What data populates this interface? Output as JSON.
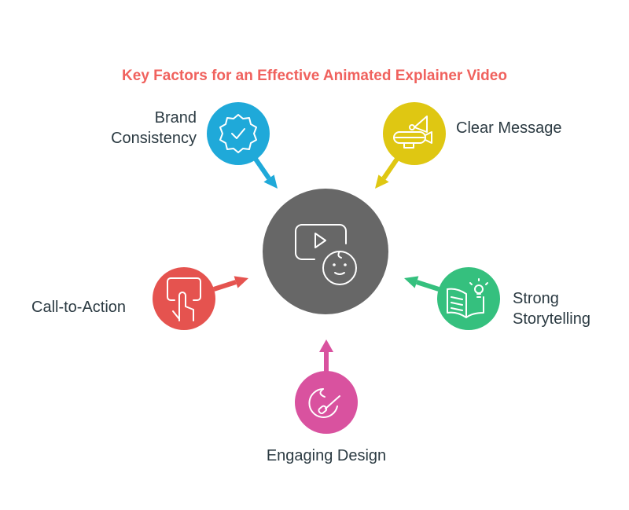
{
  "title": "Key Factors for an Effective Animated Explainer Video",
  "center": {
    "icon": "video-face-icon",
    "color": "#676767"
  },
  "factors": [
    {
      "label_line1": "Brand",
      "label_line2": "Consistency",
      "icon": "badge-check-icon",
      "color": "#1fa9d9"
    },
    {
      "label": "Clear Message",
      "icon": "megaphone-icon",
      "color": "#dfc712"
    },
    {
      "label": "Call-to-Action",
      "icon": "tap-screen-icon",
      "color": "#e5534f"
    },
    {
      "label_line1": "Strong",
      "label_line2": "Storytelling",
      "icon": "book-lightbulb-icon",
      "color": "#35c07e"
    },
    {
      "label": "Engaging Design",
      "icon": "palette-brush-icon",
      "color": "#d9529f"
    }
  ]
}
